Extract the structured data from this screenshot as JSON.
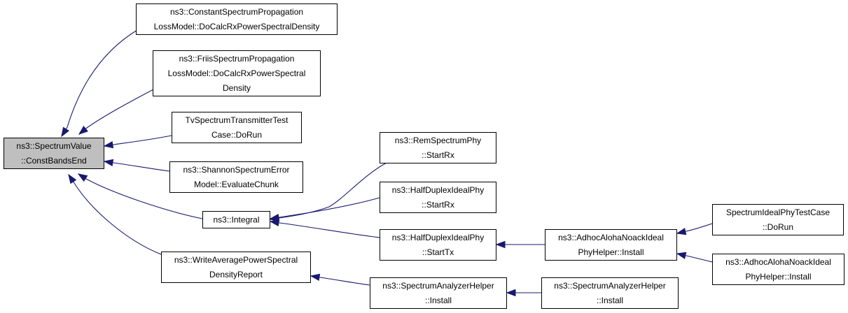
{
  "colors": {
    "edge": "#191970",
    "root_fill": "#bfbfbf",
    "node_fill": "#ffffff",
    "border": "#000000"
  },
  "nodes": {
    "root": [
      "ns3::SpectrumValue",
      "::ConstBandsEnd"
    ],
    "constant": [
      "ns3::ConstantSpectrumPropagation",
      "LossModel::DoCalcRxPowerSpectralDensity"
    ],
    "friis": [
      "ns3::FriisSpectrumPropagation",
      "LossModel::DoCalcRxPowerSpectral",
      "Density"
    ],
    "tvspectrum": [
      "TvSpectrumTransmitterTest",
      "Case::DoRun"
    ],
    "shannon": [
      "ns3::ShannonSpectrumError",
      "Model::EvaluateChunk"
    ],
    "integral": [
      "ns3::Integral"
    ],
    "writeavg": [
      "ns3::WriteAveragePowerSpectral",
      "DensityReport"
    ],
    "remrx": [
      "ns3::RemSpectrumPhy",
      "::StartRx"
    ],
    "halfrx": [
      "ns3::HalfDuplexIdealPhy",
      "::StartRx"
    ],
    "halftx": [
      "ns3::HalfDuplexIdealPhy",
      "::StartTx"
    ],
    "analyzer1": [
      "ns3::SpectrumAnalyzerHelper",
      "::Install"
    ],
    "adhoc1": [
      "ns3::AdhocAlohaNoackIdeal",
      "PhyHelper::Install"
    ],
    "analyzer2": [
      "ns3::SpectrumAnalyzerHelper",
      "::Install"
    ],
    "idealtest": [
      "SpectrumIdealPhyTestCase",
      "::DoRun"
    ],
    "adhoc2": [
      "ns3::AdhocAlohaNoackIdeal",
      "PhyHelper::Install"
    ]
  }
}
